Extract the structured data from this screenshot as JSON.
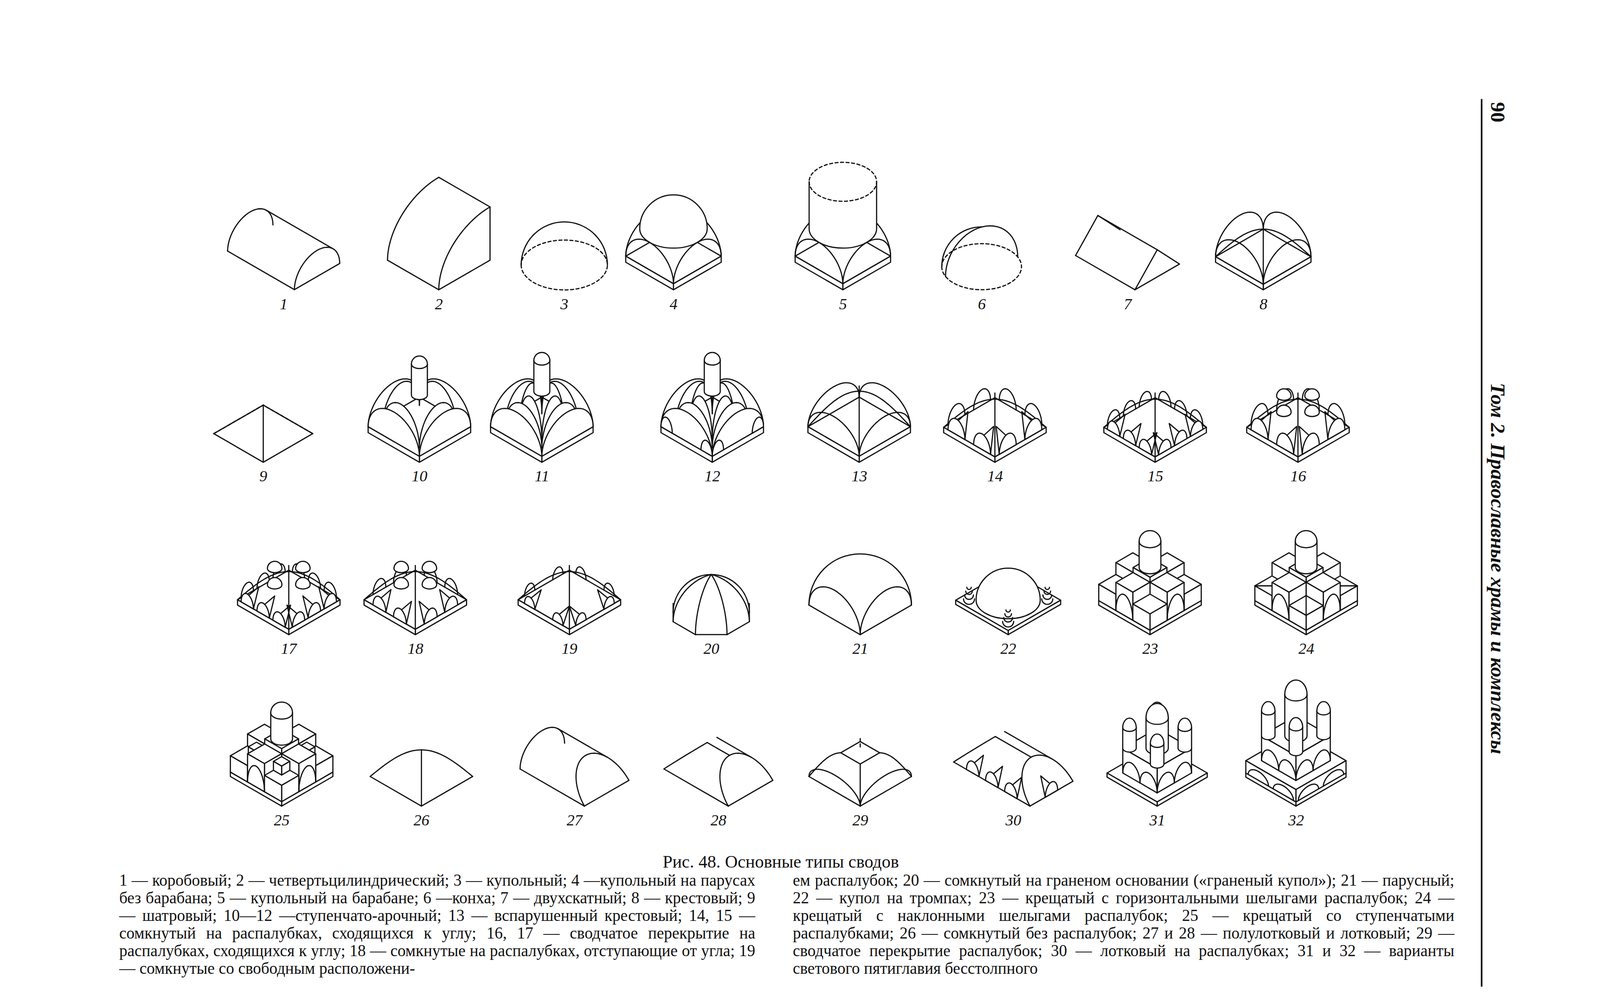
{
  "diagram": {
    "caption": "Рис. 48. Основные типы сводов",
    "labels": [
      "1",
      "2",
      "3",
      "4",
      "5",
      "6",
      "7",
      "8",
      "9",
      "10",
      "11",
      "12",
      "13",
      "14",
      "15",
      "16",
      "17",
      "18",
      "19",
      "20",
      "21",
      "22",
      "23",
      "24",
      "25",
      "26",
      "27",
      "28",
      "29",
      "30",
      "31",
      "32",
      "1 — коробовый; 2 — четвертьцилиндрический; 3 — купольный; 4 —купольный на парусах без барабана; 5 — купольный на барабане; 6 —конха; 7 — двухскатный; 8 — крестовый; 9 — шатровый; 10—12 —ступенчато-арочный; 13 — вспарушенный крестовый; 14, 15 — сомкнутый на распалубках, сходящихся к углу; 16, 17 — сводчатое перекрытие на распалубках, сходящихся к углу; 18 — сомкнутые на распалубках, отступающие от угла; 19 — сомкнутые со свободным расположени-",
      "ем распалубок; 20 — сомкнутый на граненом основании («граненый купол»); 21 — парусный; 22 — купол на тромпах; 23 — крещатый с горизонтальными шелыгами распалубок; 24 — крещатый с наклонными шелыгами распалубок; 25 — крещатый со ступенчатыми распалубками; 26 — сомкнутый без распалубок; 27 и 28 — полулотковый и лотковый; 29 —сводчатое перекрытие распалубок; 30 — лотковый на распалубках; 31 и 32 — варианты светового пятиглавия бесстолпного",
      "90",
      "Том 2. Православные храмы и комплексы"
    ]
  }
}
